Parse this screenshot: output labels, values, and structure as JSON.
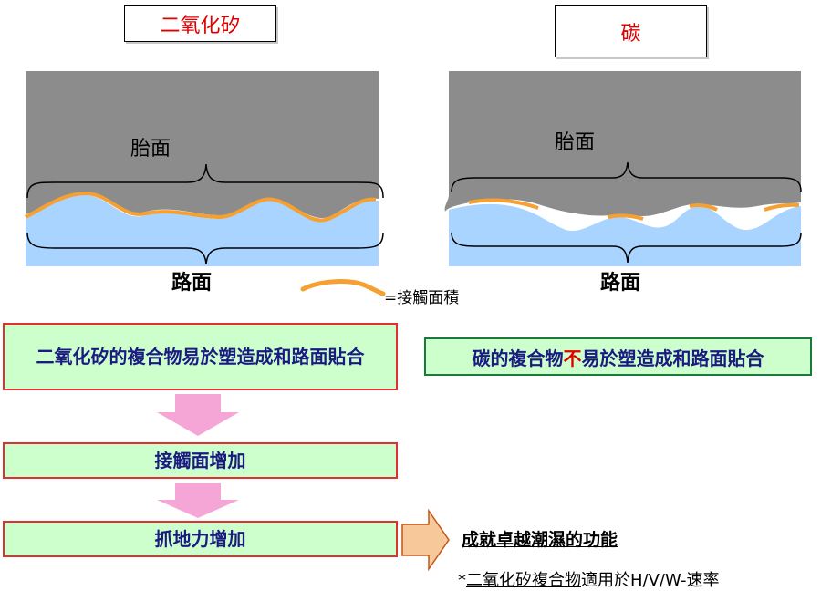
{
  "left_panel": {
    "title": "二氧化矽",
    "tire_label": "胎面",
    "road_label": "路面"
  },
  "right_panel": {
    "title": "碳",
    "tire_label": "胎面",
    "road_label": "路面"
  },
  "legend": {
    "text": "=接觸面積"
  },
  "flow": {
    "box1": "二氧化矽的複合物易於塑造成和路面貼合",
    "box2": "接觸面增加",
    "box3": "抓地力增加"
  },
  "carbon_box": {
    "before": "碳的複合物",
    "highlight": "不",
    "after": "易於塑造成和路面貼合"
  },
  "result": {
    "title": "成就卓越潮濕的功能",
    "note_prefix": "*",
    "note_underlined": "二氧化矽複合物",
    "note_rest": "適用於H/V/W-速率"
  },
  "colors": {
    "tire": "#8c8c8c",
    "road": "#a8d4ff",
    "contact": "#f5a030",
    "arrow_pink": "#f6a6d6",
    "arrow_orange": "#f7c89a"
  }
}
